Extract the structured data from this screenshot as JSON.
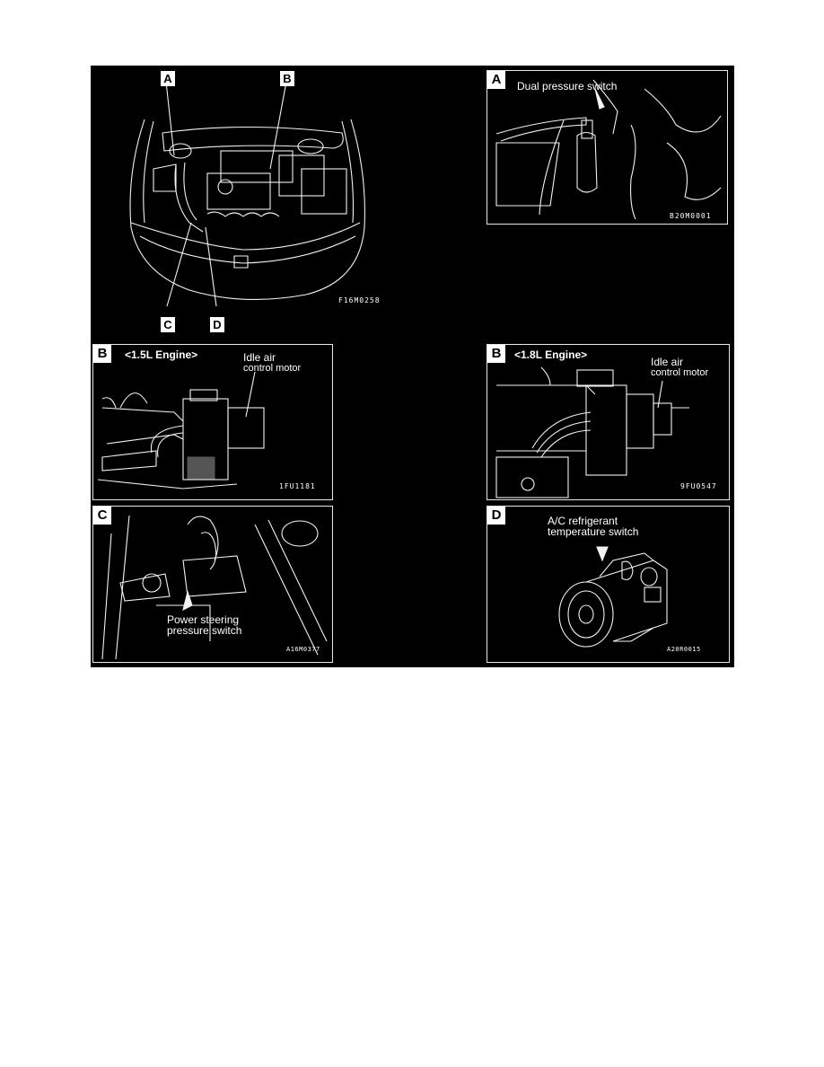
{
  "overview": {
    "callouts": [
      "A",
      "B",
      "C",
      "D"
    ],
    "figure_code": "F16M0258"
  },
  "panels": {
    "a": {
      "tag": "A",
      "caption": "Dual pressure switch",
      "figure_code": "B20M0001"
    },
    "b15": {
      "tag": "B",
      "engine": "<1.5L Engine>",
      "caption_line1": "Idle air",
      "caption_line2": "control motor",
      "figure_code": "1FU1181"
    },
    "b18": {
      "tag": "B",
      "engine": "<1.8L Engine>",
      "caption_line1": "Idle air",
      "caption_line2": "control motor",
      "figure_code": "9FU0547"
    },
    "c": {
      "tag": "C",
      "caption_line1": "Power steering",
      "caption_line2": "pressure switch",
      "figure_code": "A16M0377"
    },
    "d": {
      "tag": "D",
      "caption_line1": "A/C refrigerant",
      "caption_line2": "temperature switch",
      "figure_code": "A20R0015"
    }
  }
}
